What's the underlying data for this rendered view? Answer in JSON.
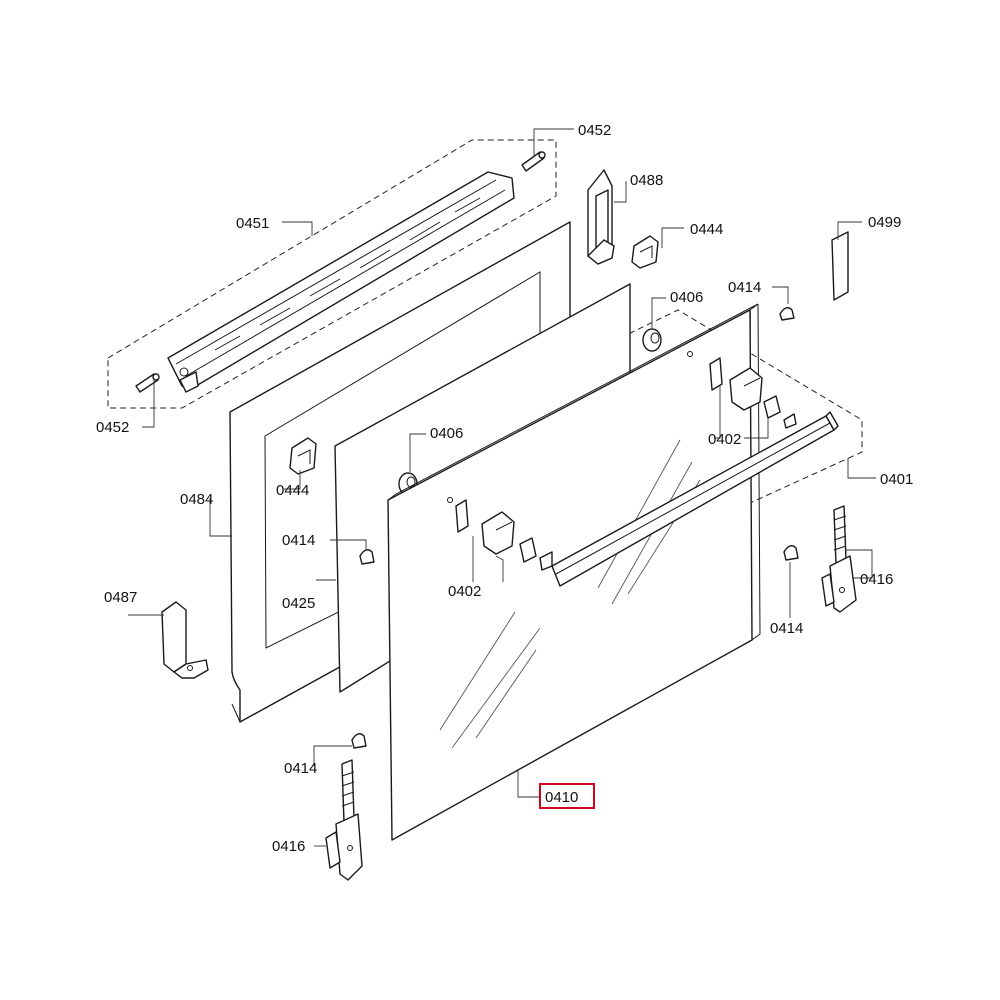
{
  "diagram": {
    "highlight_color": "#d0021b",
    "line_color": "#1a1a1a",
    "labels": {
      "l0452a": "0452",
      "l0452b": "0452",
      "l0451": "0451",
      "l0488": "0488",
      "l0444a": "0444",
      "l0444b": "0444",
      "l0499": "0499",
      "l0414a": "0414",
      "l0414b": "0414",
      "l0414c": "0414",
      "l0414d": "0414",
      "l0406a": "0406",
      "l0406b": "0406",
      "l0402a": "0402",
      "l0402b": "0402",
      "l0401": "0401",
      "l0484": "0484",
      "l0425": "0425",
      "l0487": "0487",
      "l0416a": "0416",
      "l0416b": "0416",
      "l0410": "0410"
    }
  }
}
